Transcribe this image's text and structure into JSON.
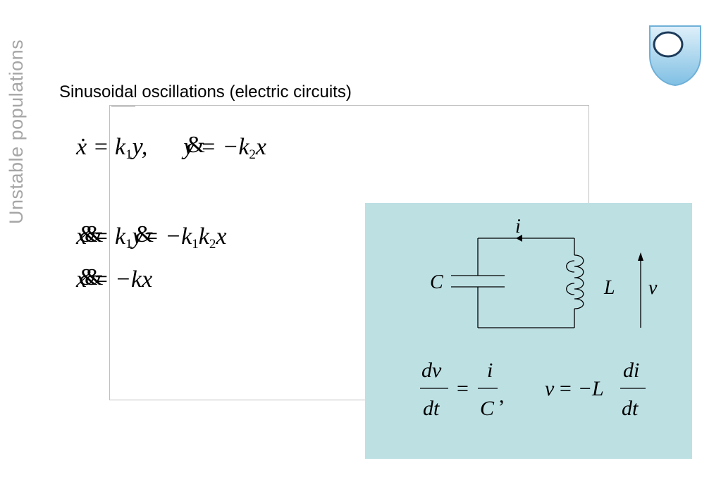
{
  "sidebar": {
    "section_title": "Unstable populations"
  },
  "logo": {
    "icon": "open-university-shield-icon",
    "color": "#8fc8e8"
  },
  "slide": {
    "title": "Sinusoidal oscillations (electric circuits)"
  },
  "equations": {
    "eq1_lhs": "ẋ = k",
    "eq1_sub": "1",
    "eq1_y": "y,",
    "eq1_glyph": "&",
    "eq1_rhs": "= −k",
    "eq1_sub2": "2",
    "eq1_x": "x",
    "eq2_glyph": "&",
    "eq2_mid": "= k",
    "eq2_sub": "1",
    "eq2_y": "y",
    "eq2_glyph2": "&",
    "eq2_rhs": "= −k",
    "eq2_sub2": "1",
    "eq2_k": "k",
    "eq2_sub3": "2",
    "eq2_x": "x",
    "eq3_glyph": "&",
    "eq3_rhs": "= −kx"
  },
  "circuit": {
    "current_label": "i",
    "capacitor_label": "C",
    "inductor_label": "L",
    "voltage_label": "v",
    "panel_color": "#bde0e3"
  },
  "relations": {
    "num1": "dv",
    "den1": "dt",
    "eq_sign": "=",
    "num2": "i",
    "den2": "C",
    "comma": ",",
    "v": "v",
    "minus_L": "= −L",
    "num3": "di",
    "den3": "dt"
  }
}
